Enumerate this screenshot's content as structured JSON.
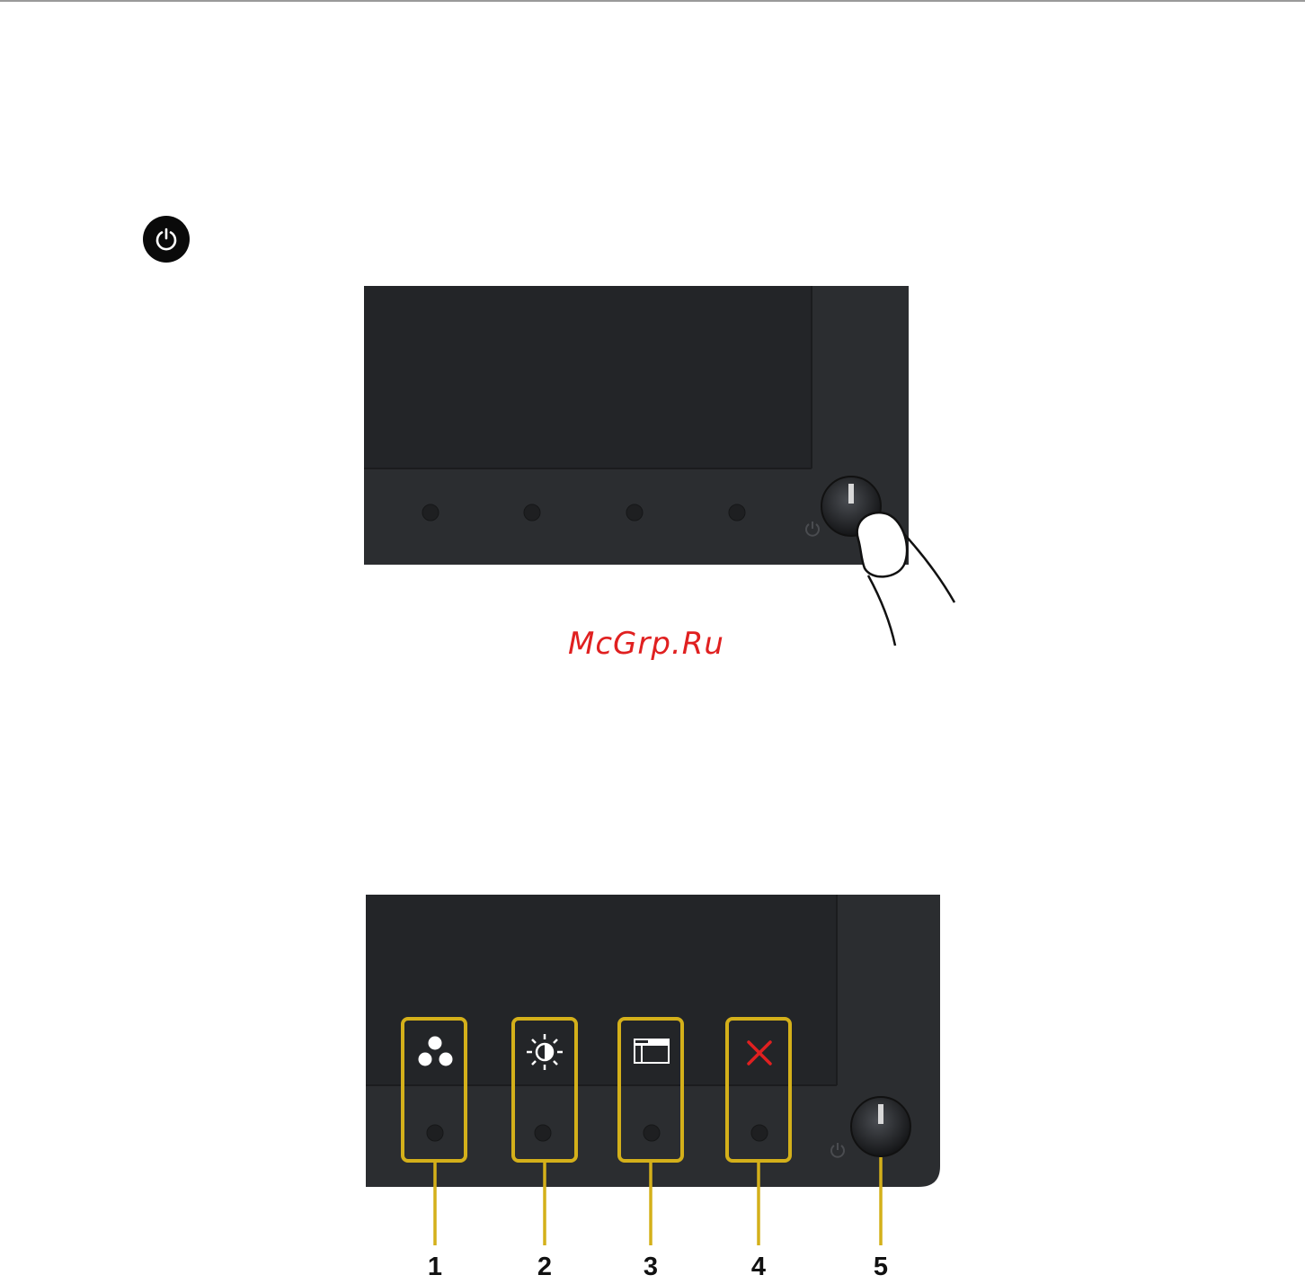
{
  "watermark": {
    "text": "McGrp.Ru",
    "color": "#e02020"
  },
  "colors": {
    "bezel": "#2b2d30",
    "bezel_inner": "#232528",
    "highlight": "#d4b01a",
    "close_icon": "#e02020"
  },
  "figure_power": {
    "icon": "power-icon",
    "buttons": [
      "front-button-1",
      "front-button-2",
      "front-button-3",
      "front-button-4"
    ],
    "power_button": "power-button",
    "hand": "finger-pressing"
  },
  "figure_controls": {
    "callouts": [
      {
        "number": "1",
        "icon": "preset-modes-icon"
      },
      {
        "number": "2",
        "icon": "brightness-contrast-icon"
      },
      {
        "number": "3",
        "icon": "menu-icon"
      },
      {
        "number": "4",
        "icon": "exit-icon"
      },
      {
        "number": "5",
        "icon": "power-button"
      }
    ]
  }
}
